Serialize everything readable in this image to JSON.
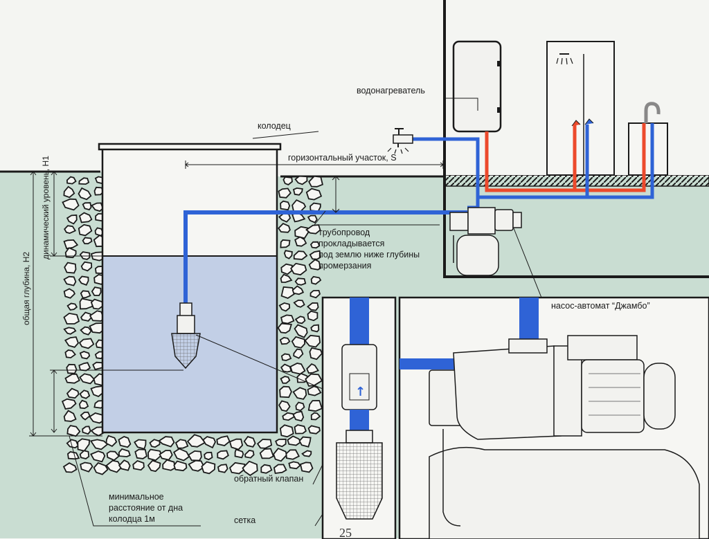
{
  "labels": {
    "well": "колодец",
    "water_heater": "водонагреватель",
    "horizontal_section": "горизонтальный участок, S",
    "pipeline_line1": "трубопровод",
    "pipeline_line2": "прокладывается",
    "pipeline_line3": "под землю ниже глубины",
    "pipeline_line4": "промерзания",
    "pump": "насос-автомат “Джамбо”",
    "total_depth": "общая глубина, H2",
    "dynamic_level": "динамический уровень, H1",
    "check_valve": "обратный клапан",
    "min_distance_line1": "минимальное",
    "min_distance_line2": "расстояние от дна",
    "min_distance_line3": "колодца 1м",
    "strainer": "сетка",
    "valve_arrow": "↑",
    "page_number": "25"
  },
  "colors": {
    "ground": "#c9ddd2",
    "water": "#c2cfe6",
    "pipe_blue": "#2f63d6",
    "pipe_red": "#ec4a2c",
    "paper": "#f4f5f2",
    "line": "#1a1a1a"
  },
  "icons": [
    "faucet-icon",
    "shower-icon",
    "sink-mixer-icon",
    "water-heater-icon",
    "pump-icon",
    "check-valve-icon",
    "strainer-icon"
  ]
}
